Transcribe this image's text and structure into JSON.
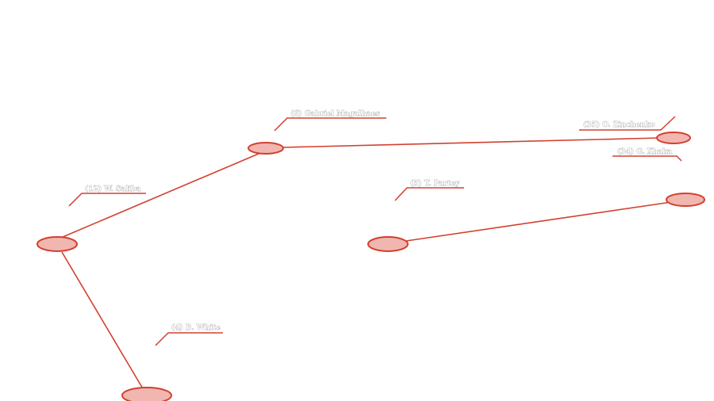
{
  "diagram": {
    "colors": {
      "edge": "#d2402e",
      "node_fill": "#f1b6b0",
      "node_stroke": "#d2402e",
      "label_text": "#ffffff",
      "label_outline": "#8a8a8a"
    },
    "labels": {
      "magalhaes": "(6) Gabriel Magalhaes",
      "zinchenko": "(35) O. Zinchenko",
      "xhaka": "(34) G. Xhaka",
      "saliba": "(12) W. Saliba",
      "partey": "(5) T. Partey",
      "white": "(4) B. White"
    }
  }
}
